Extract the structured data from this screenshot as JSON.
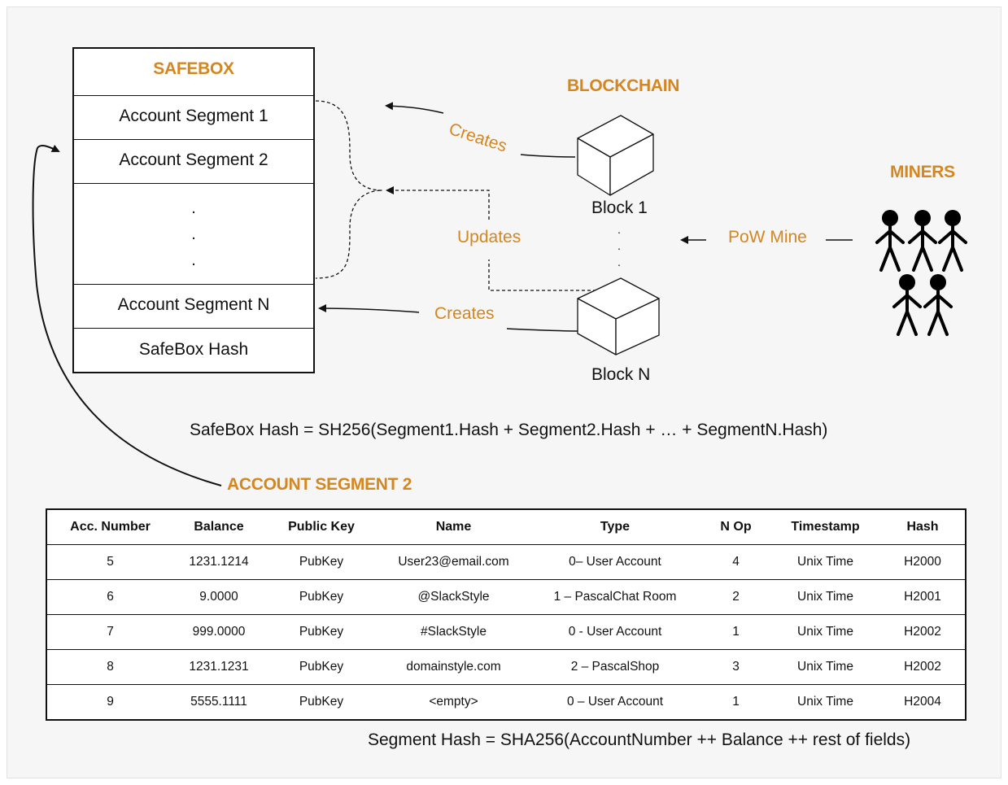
{
  "safebox": {
    "title": "SAFEBOX",
    "rows": [
      "Account Segment 1",
      "Account Segment 2",
      "Account Segment N",
      "SafeBox Hash"
    ],
    "dots": ".\n.\n."
  },
  "blockchain": {
    "title": "BLOCKCHAIN",
    "block1": "Block 1",
    "blockN": "Block N",
    "dots": ".\n.\n."
  },
  "miners": {
    "title": "MINERS"
  },
  "arrows": {
    "creates_top": "Creates",
    "updates": "Updates",
    "creates_bottom": "Creates",
    "pow": "PoW Mine"
  },
  "formulas": {
    "safebox_hash": "SafeBox Hash = SH256(Segment1.Hash + Segment2.Hash + … + SegmentN.Hash)",
    "segment_hash": "Segment Hash = SHA256(AccountNumber ++ Balance ++ rest of fields)"
  },
  "segment_title": "ACCOUNT SEGMENT 2",
  "table": {
    "headers": [
      "Acc. Number",
      "Balance",
      "Public Key",
      "Name",
      "Type",
      "N Op",
      "Timestamp",
      "Hash"
    ],
    "rows": [
      [
        "5",
        "1231.1214",
        "PubKey",
        "User23@email.com",
        "0– User Account",
        "4",
        "Unix Time",
        "H2000"
      ],
      [
        "6",
        "9.0000",
        "PubKey",
        "@SlackStyle",
        "1 – PascalChat Room",
        "2",
        "Unix Time",
        "H2001"
      ],
      [
        "7",
        "999.0000",
        "PubKey",
        "#SlackStyle",
        "0 - User Account",
        "1",
        "Unix Time",
        "H2002"
      ],
      [
        "8",
        "1231.1231",
        "PubKey",
        "domainstyle.com",
        "2 – PascalShop",
        "3",
        "Unix Time",
        "H2002"
      ],
      [
        "9",
        "5555.1111",
        "PubKey",
        "<empty>",
        "0 – User Account",
        "1",
        "Unix Time",
        "H2004"
      ]
    ]
  },
  "colors": {
    "accent": "#d4861f",
    "line": "#111111",
    "background": "#f6f6f6"
  },
  "icons": [
    "cube-icon",
    "stick-figure-icon"
  ]
}
